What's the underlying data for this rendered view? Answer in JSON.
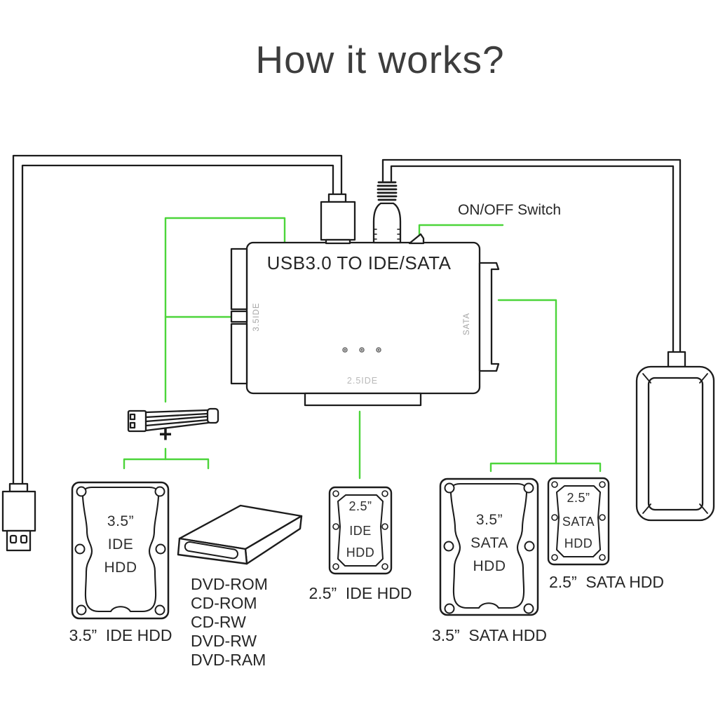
{
  "title": "How it works?",
  "colors": {
    "green": "#4cd53a",
    "line": "#1c1c1c",
    "gray_label": "#a5a5a5"
  },
  "adapter": {
    "label": "USB3.0 TO IDE/SATA",
    "side_left_label": "3.5IDE",
    "side_right_label": "SATA",
    "bottom_port_label": "2.5IDE",
    "switch_label": "ON/OFF Switch"
  },
  "power_connector": {
    "plus_sign": "+"
  },
  "devices": {
    "hdd_35_ide": {
      "lines": [
        "3.5”",
        "IDE",
        "HDD"
      ],
      "caption": "3.5”  IDE HDD"
    },
    "optical": {
      "formats": [
        "DVD-ROM",
        "CD-ROM",
        "CD-RW",
        "DVD-RW",
        "DVD-RAM"
      ]
    },
    "hdd_25_ide": {
      "lines": [
        "2.5”",
        "IDE",
        "HDD"
      ],
      "caption": "2.5”  IDE HDD"
    },
    "hdd_35_sata": {
      "lines": [
        "3.5”",
        "SATA",
        "HDD"
      ],
      "caption": "3.5”  SATA HDD"
    },
    "hdd_25_sata": {
      "lines": [
        "2.5”",
        "SATA",
        "HDD"
      ],
      "caption": "2.5”  SATA HDD"
    }
  }
}
